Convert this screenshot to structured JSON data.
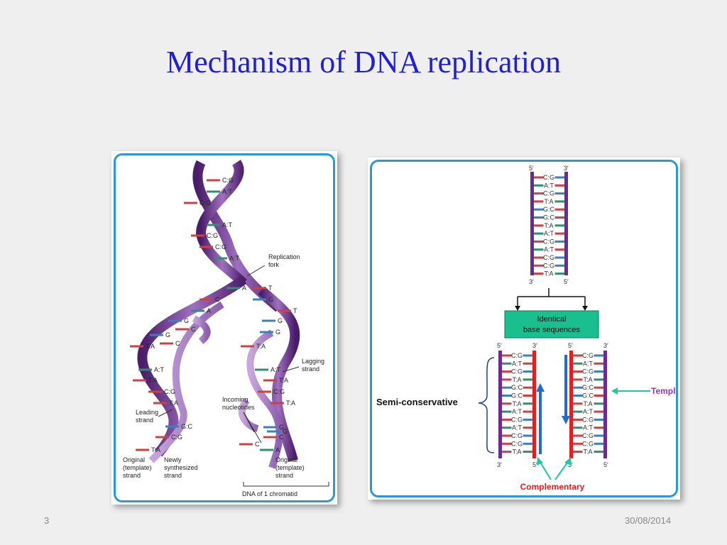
{
  "slide": {
    "title": "Mechanism of DNA replication",
    "page_number": "3",
    "date": "30/08/2014"
  },
  "left_figure": {
    "helix_pairs": [
      "C:G",
      "A:T",
      "C:G",
      "A:T",
      "C:G",
      "C:G",
      "A:T"
    ],
    "fork_left_bases": [
      "A",
      "C",
      "A",
      "G",
      "C",
      "G",
      "C"
    ],
    "fork_right_bases": [
      "T",
      "G",
      "T",
      "G",
      "G"
    ],
    "left_daughter_pairs": [
      "T:A",
      "A:T",
      "T:A",
      "C:G",
      "T:A",
      "G:C",
      "C:G",
      "T:A"
    ],
    "right_daughter_pairs": [
      "T:A",
      "A:T",
      "T:A",
      "C:G",
      "T:A"
    ],
    "incoming_bases": [
      "G",
      "C",
      "G",
      "C",
      "A"
    ],
    "labels": {
      "replication_fork": "Replication fork",
      "lagging_strand": "Lagging strand",
      "incoming_nucleotides": "Incoming nucleotides",
      "leading_strand": "Leading strand",
      "original_left": "Original (template) strand",
      "newly_synthesized": "Newly synthesized strand",
      "original_right": "Original (template) strand",
      "chromatid": "DNA of 1 chromatid"
    }
  },
  "right_figure": {
    "top_prime_5": "5′",
    "top_prime_3": "3′",
    "pairs": [
      "C:G",
      "A:T",
      "C:G",
      "T:A",
      "G:C",
      "G:C",
      "T:A",
      "A:T",
      "C:G",
      "A:T",
      "C:G",
      "C:G",
      "T:A"
    ],
    "identical_box": "Identical base sequences",
    "semi_conservative": "Semi-conservative",
    "template": "Template",
    "complementary": "Complementary"
  },
  "colors": {
    "title": "#1f1fd6",
    "panel_border": "#2a9ad6",
    "helix_purple": "#6a2c91",
    "new_strand_red": "#e02020",
    "arrow_blue": "#1f6fc8",
    "box_green": "#1abf8f",
    "template_purple": "#9a2fb0",
    "complementary_red": "#e02020",
    "pointer_green": "#22c7a0"
  }
}
